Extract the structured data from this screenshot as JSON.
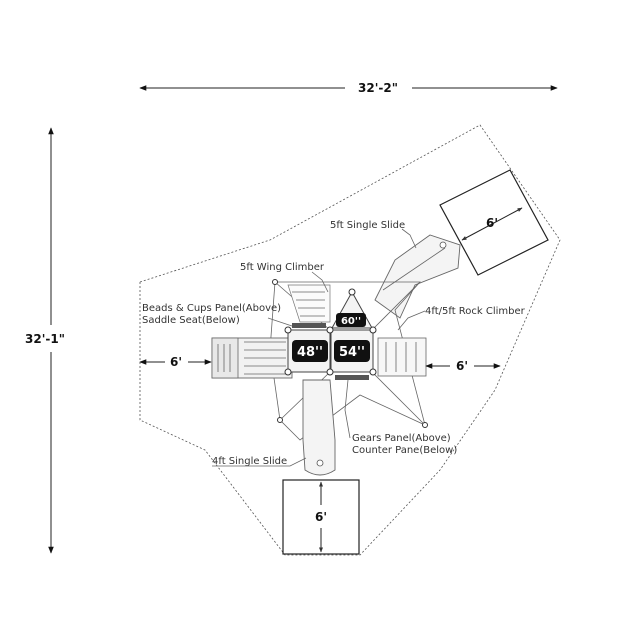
{
  "dimensions": {
    "overall_width": "32'-2\"",
    "overall_depth": "32'-1\"",
    "left_clearance": "6'",
    "right_clearance": "6'",
    "top_slide_zone": "6'",
    "bottom_slide_zone": "6'"
  },
  "decks": {
    "left": "48''",
    "right": "54''",
    "top": "60''"
  },
  "labels": {
    "slide_5ft": "5ft Single Slide",
    "wing_climber": "5ft Wing Climber",
    "beads_panel": "Beads & Cups Panel(Above)",
    "saddle_seat": "Saddle Seat(Below)",
    "rock_climber": "4ft/5ft Rock Climber",
    "gears_panel": "Gears Panel(Above)",
    "counter_panel": "Counter Pane(Below)",
    "slide_4ft": "4ft Single Slide"
  }
}
